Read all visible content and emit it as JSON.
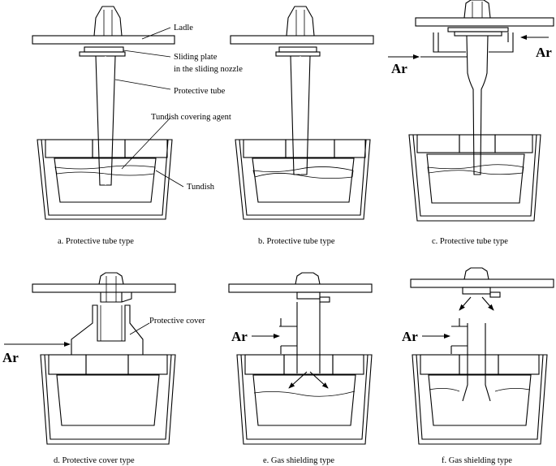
{
  "labels": {
    "ladle": "Ladle",
    "sliding_plate_1": "Sliding plate",
    "sliding_plate_2": "in the sliding nozzle",
    "protective_tube": "Protective tube",
    "covering_agent": "Tundish covering agent",
    "tundish": "Tundish",
    "protective_cover": "Protective cover",
    "ar": "Ar"
  },
  "captions": {
    "a": "a. Protective tube type",
    "b": "b. Protective tube type",
    "c": "c. Protective tube type",
    "d": "d. Protective cover type",
    "e": "e. Gas shielding type",
    "f": "f. Gas shielding type"
  },
  "colors": {
    "line": "#000000",
    "tube_fill": "#7a7a7a",
    "liquid": "#8c8c8c",
    "refractory": "#ffffff"
  }
}
